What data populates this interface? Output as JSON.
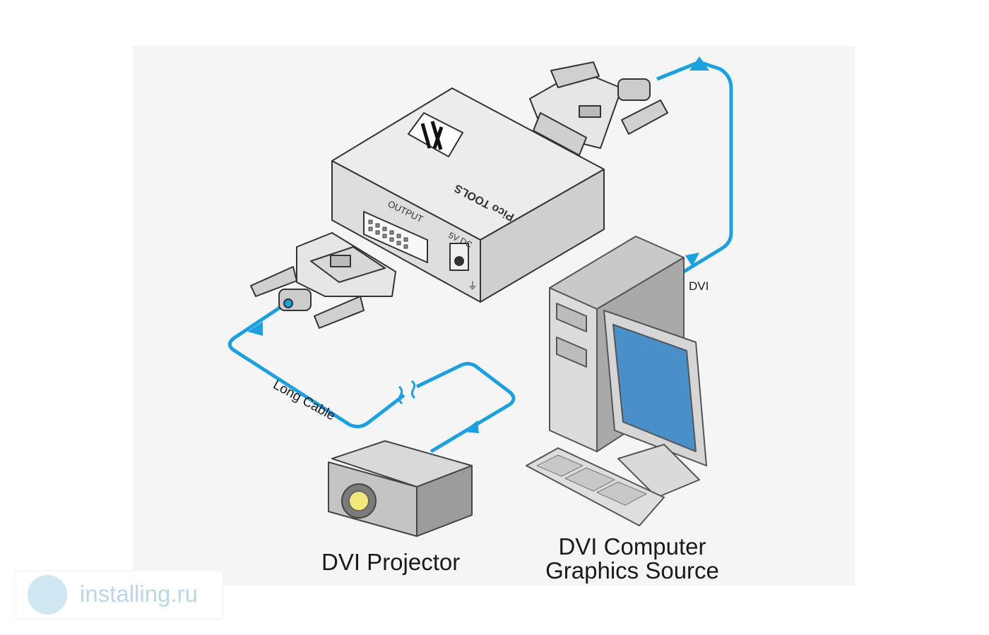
{
  "labels": {
    "projector": "DVI Projector",
    "source_line1": "DVI Computer",
    "source_line2": "Graphics Source",
    "dvi": "DVI",
    "long_cable": "Long Cable"
  },
  "device": {
    "brand_text": "Pico TOOLS",
    "port_output": "OUTPUT",
    "port_power": "5V DC"
  },
  "watermark": {
    "text": "installing.ru"
  },
  "colors": {
    "cable": "#1ba1df",
    "device_body": "#e6e6e6",
    "background_panel": "#f4f4f4",
    "screen": "#4a90c8"
  }
}
